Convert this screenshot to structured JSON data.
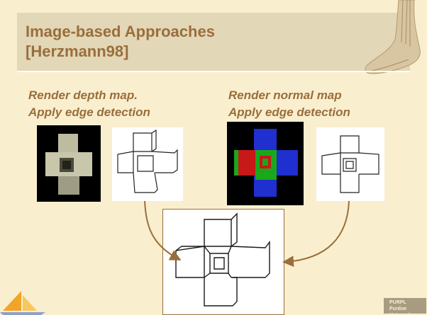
{
  "slide": {
    "title_line1": "Image-based Approaches",
    "title_line2": "[Herzmann98]",
    "left_caption_line1": "Render depth map.",
    "left_caption_line2": "Apply edge detection",
    "right_caption_line1": "Render normal map",
    "right_caption_line2": "Apply edge detection"
  },
  "logo": {
    "name": "PURPL",
    "subtitle": "Purdue University"
  },
  "colors": {
    "background": "#f9efcf",
    "title_band": "#e2d7b7",
    "accent_brown": "#9a6e3b",
    "normal_blue": "#1f2fd0",
    "normal_red": "#c81818",
    "normal_green": "#1aa81a"
  }
}
